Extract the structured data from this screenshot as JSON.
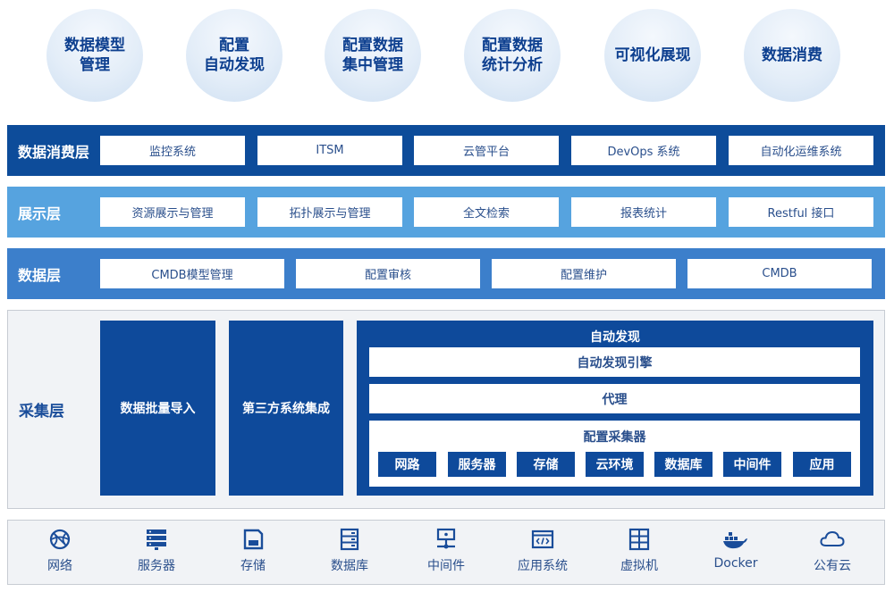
{
  "top_circles": [
    "数据模型\n管理",
    "配置\n自动发现",
    "配置数据\n集中管理",
    "配置数据\n统计分析",
    "可视化展现",
    "数据消费"
  ],
  "consumption_layer": {
    "label": "数据消费层",
    "items": [
      "监控系统",
      "ITSM",
      "云管平台",
      "DevOps 系统",
      "自动化运维系统"
    ]
  },
  "display_layer": {
    "label": "展示层",
    "items": [
      "资源展示与管理",
      "拓扑展示与管理",
      "全文检索",
      "报表统计",
      "Restful 接口"
    ]
  },
  "data_layer": {
    "label": "数据层",
    "items": [
      "CMDB模型管理",
      "配置审核",
      "配置维护",
      "CMDB"
    ]
  },
  "collection_layer": {
    "label": "采集层",
    "batch_import": "数据批量导入",
    "third_party": "第三方系统集成",
    "auto_discovery": {
      "title": "自动发现",
      "engine": "自动发现引擎",
      "agent": "代理",
      "collector": {
        "title": "配置采集器",
        "items": [
          "网路",
          "服务器",
          "存储",
          "云环境",
          "数据库",
          "中间件",
          "应用"
        ]
      }
    }
  },
  "infrastructure": [
    {
      "icon": "network-icon",
      "label": "网络"
    },
    {
      "icon": "server-icon",
      "label": "服务器"
    },
    {
      "icon": "storage-icon",
      "label": "存储"
    },
    {
      "icon": "database-icon",
      "label": "数据库"
    },
    {
      "icon": "middleware-icon",
      "label": "中间件"
    },
    {
      "icon": "application-icon",
      "label": "应用系统"
    },
    {
      "icon": "virtual-machine-icon",
      "label": "虚拟机"
    },
    {
      "icon": "docker-icon",
      "label": "Docker"
    },
    {
      "icon": "cloud-icon",
      "label": "公有云"
    }
  ],
  "colors": {
    "primary_dark": "#0d4c9a",
    "light_blue": "#56a3df",
    "mid_blue": "#3c7fcb",
    "panel_gray": "#f1f3f6"
  }
}
